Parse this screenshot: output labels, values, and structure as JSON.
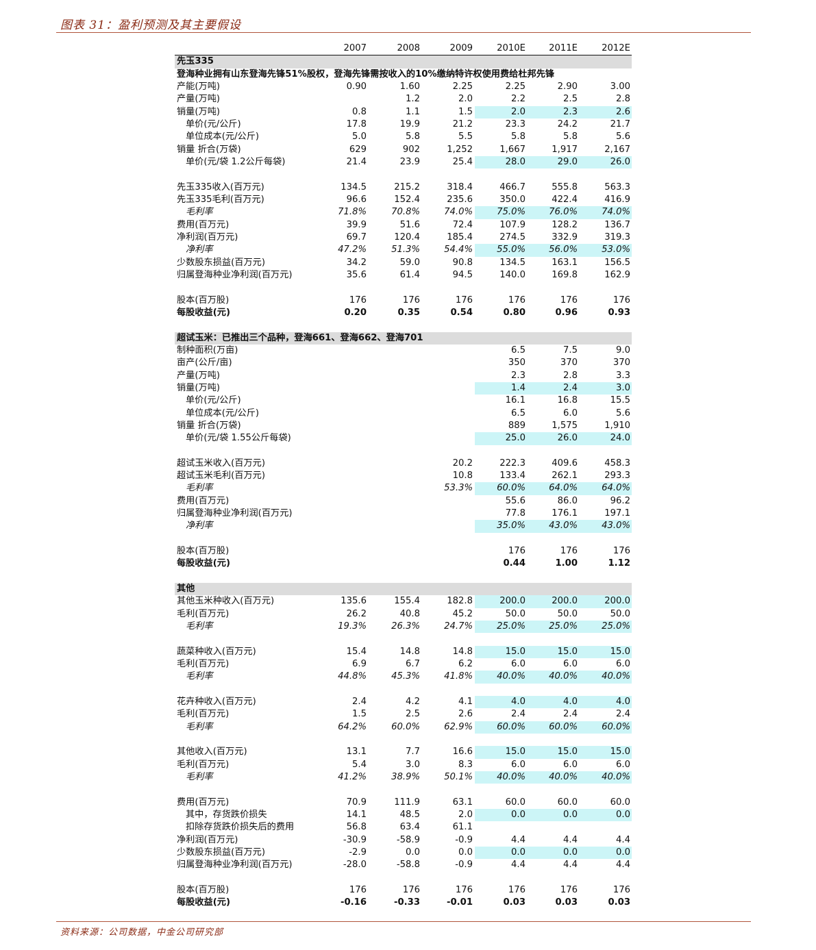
{
  "title": "图表 31：盈利预测及其主要假设",
  "source": "资料来源：公司数据，中金公司研究部",
  "years": [
    "2007",
    "2008",
    "2009",
    "2010E",
    "2011E",
    "2012E"
  ],
  "rows": [
    {
      "type": "header"
    },
    {
      "type": "section",
      "label": "先玉335"
    },
    {
      "type": "note",
      "label": "登海种业拥有山东登海先锋51%股权，登海先锋需按收入的10%缴纳特许权使用费给杜邦先锋"
    },
    {
      "label": "产能(万吨)",
      "v": [
        "0.90",
        "1.60",
        "2.25",
        "2.25",
        "2.90",
        "3.00"
      ]
    },
    {
      "label": "产量(万吨)",
      "v": [
        "",
        "1.2",
        "2.0",
        "2.2",
        "2.5",
        "2.8"
      ]
    },
    {
      "label": "销量(万吨)",
      "v": [
        "0.8",
        "1.1",
        "1.5",
        "2.0",
        "2.3",
        "2.6"
      ],
      "hl": 3
    },
    {
      "label": "单价(元/公斤)",
      "indent": true,
      "v": [
        "17.8",
        "19.9",
        "21.2",
        "23.3",
        "24.2",
        "21.7"
      ]
    },
    {
      "label": "单位成本(元/公斤)",
      "indent": true,
      "v": [
        "5.0",
        "5.8",
        "5.5",
        "5.8",
        "5.8",
        "5.6"
      ]
    },
    {
      "label": "销量 折合(万袋)",
      "v": [
        "629",
        "902",
        "1,252",
        "1,667",
        "1,917",
        "2,167"
      ]
    },
    {
      "label": "单价(元/袋 1.2公斤每袋)",
      "indent": true,
      "v": [
        "21.4",
        "23.9",
        "25.4",
        "28.0",
        "29.0",
        "26.0"
      ],
      "hl": 3
    },
    {
      "type": "blank"
    },
    {
      "label": "先玉335收入(百万元)",
      "v": [
        "134.5",
        "215.2",
        "318.4",
        "466.7",
        "555.8",
        "563.3"
      ]
    },
    {
      "label": "先玉335毛利(百万元)",
      "v": [
        "96.6",
        "152.4",
        "235.6",
        "350.0",
        "422.4",
        "416.9"
      ]
    },
    {
      "label": "毛利率",
      "indent": true,
      "italic": true,
      "v": [
        "71.8%",
        "70.8%",
        "74.0%",
        "75.0%",
        "76.0%",
        "74.0%"
      ],
      "hl": 3
    },
    {
      "label": "费用(百万元)",
      "v": [
        "39.9",
        "51.6",
        "72.4",
        "107.9",
        "128.2",
        "136.7"
      ]
    },
    {
      "label": "净利润(百万元)",
      "v": [
        "69.7",
        "120.4",
        "185.4",
        "274.5",
        "332.9",
        "319.3"
      ]
    },
    {
      "label": "净利率",
      "indent": true,
      "italic": true,
      "v": [
        "47.2%",
        "51.3%",
        "54.4%",
        "55.0%",
        "56.0%",
        "53.0%"
      ],
      "hl": 3
    },
    {
      "label": "少数股东损益(百万元)",
      "v": [
        "34.2",
        "59.0",
        "90.8",
        "134.5",
        "163.1",
        "156.5"
      ]
    },
    {
      "label": "归属登海种业净利润(百万元)",
      "v": [
        "35.6",
        "61.4",
        "94.5",
        "140.0",
        "169.8",
        "162.9"
      ]
    },
    {
      "type": "blank"
    },
    {
      "label": "股本(百万股)",
      "v": [
        "176",
        "176",
        "176",
        "176",
        "176",
        "176"
      ]
    },
    {
      "label": "每股收益(元)",
      "bold": true,
      "v": [
        "0.20",
        "0.35",
        "0.54",
        "0.80",
        "0.96",
        "0.93"
      ]
    },
    {
      "type": "blank"
    },
    {
      "type": "section",
      "label": "超试玉米：已推出三个品种，登海661、登海662、登海701"
    },
    {
      "label": "制种面积(万亩)",
      "v": [
        "",
        "",
        "",
        "6.5",
        "7.5",
        "9.0"
      ]
    },
    {
      "label": "亩产(公斤/亩)",
      "v": [
        "",
        "",
        "",
        "350",
        "370",
        "370"
      ]
    },
    {
      "label": "产量(万吨)",
      "v": [
        "",
        "",
        "",
        "2.3",
        "2.8",
        "3.3"
      ]
    },
    {
      "label": "销量(万吨)",
      "v": [
        "",
        "",
        "",
        "1.4",
        "2.4",
        "3.0"
      ],
      "hl": 3
    },
    {
      "label": "单价(元/公斤)",
      "indent": true,
      "v": [
        "",
        "",
        "",
        "16.1",
        "16.8",
        "15.5"
      ]
    },
    {
      "label": "单位成本(元/公斤)",
      "indent": true,
      "v": [
        "",
        "",
        "",
        "6.5",
        "6.0",
        "5.6"
      ]
    },
    {
      "label": "销量 折合(万袋)",
      "v": [
        "",
        "",
        "",
        "889",
        "1,575",
        "1,910"
      ]
    },
    {
      "label": "单价(元/袋 1.55公斤每袋)",
      "indent": true,
      "v": [
        "",
        "",
        "",
        "25.0",
        "26.0",
        "24.0"
      ],
      "hl": 3
    },
    {
      "type": "blank"
    },
    {
      "label": "超试玉米收入(百万元)",
      "v": [
        "",
        "",
        "20.2",
        "222.3",
        "409.6",
        "458.3"
      ]
    },
    {
      "label": "超试玉米毛利(百万元)",
      "v": [
        "",
        "",
        "10.8",
        "133.4",
        "262.1",
        "293.3"
      ]
    },
    {
      "label": "毛利率",
      "indent": true,
      "italic": true,
      "v": [
        "",
        "",
        "53.3%",
        "60.0%",
        "64.0%",
        "64.0%"
      ],
      "hl": 3
    },
    {
      "label": "费用(百万元)",
      "v": [
        "",
        "",
        "",
        "55.6",
        "86.0",
        "96.2"
      ]
    },
    {
      "label": "归属登海种业净利润(百万元)",
      "v": [
        "",
        "",
        "",
        "77.8",
        "176.1",
        "197.1"
      ]
    },
    {
      "label": "净利率",
      "indent": true,
      "italic": true,
      "v": [
        "",
        "",
        "",
        "35.0%",
        "43.0%",
        "43.0%"
      ],
      "hl": 3
    },
    {
      "type": "blank"
    },
    {
      "label": "股本(百万股)",
      "v": [
        "",
        "",
        "",
        "176",
        "176",
        "176"
      ]
    },
    {
      "label": "每股收益(元)",
      "bold": true,
      "v": [
        "",
        "",
        "",
        "0.44",
        "1.00",
        "1.12"
      ]
    },
    {
      "type": "blank"
    },
    {
      "type": "section",
      "label": "其他"
    },
    {
      "label": "其他玉米种收入(百万元)",
      "v": [
        "135.6",
        "155.4",
        "182.8",
        "200.0",
        "200.0",
        "200.0"
      ],
      "hl": 3
    },
    {
      "label": "毛利(百万元)",
      "v": [
        "26.2",
        "40.8",
        "45.2",
        "50.0",
        "50.0",
        "50.0"
      ]
    },
    {
      "label": "毛利率",
      "indent": true,
      "italic": true,
      "v": [
        "19.3%",
        "26.3%",
        "24.7%",
        "25.0%",
        "25.0%",
        "25.0%"
      ],
      "hl": 3
    },
    {
      "type": "blank"
    },
    {
      "label": "蔬菜种收入(百万元)",
      "v": [
        "15.4",
        "14.8",
        "14.8",
        "15.0",
        "15.0",
        "15.0"
      ],
      "hl": 3
    },
    {
      "label": "毛利(百万元)",
      "v": [
        "6.9",
        "6.7",
        "6.2",
        "6.0",
        "6.0",
        "6.0"
      ]
    },
    {
      "label": "毛利率",
      "indent": true,
      "italic": true,
      "v": [
        "44.8%",
        "45.3%",
        "41.8%",
        "40.0%",
        "40.0%",
        "40.0%"
      ],
      "hl": 3
    },
    {
      "type": "blank"
    },
    {
      "label": "花卉种收入(百万元)",
      "v": [
        "2.4",
        "4.2",
        "4.1",
        "4.0",
        "4.0",
        "4.0"
      ],
      "hl": 3
    },
    {
      "label": "毛利(百万元)",
      "v": [
        "1.5",
        "2.5",
        "2.6",
        "2.4",
        "2.4",
        "2.4"
      ]
    },
    {
      "label": "毛利率",
      "indent": true,
      "italic": true,
      "v": [
        "64.2%",
        "60.0%",
        "62.9%",
        "60.0%",
        "60.0%",
        "60.0%"
      ],
      "hl": 3
    },
    {
      "type": "blank"
    },
    {
      "label": "其他收入(百万元)",
      "v": [
        "13.1",
        "7.7",
        "16.6",
        "15.0",
        "15.0",
        "15.0"
      ],
      "hl": 3
    },
    {
      "label": "毛利(百万元)",
      "v": [
        "5.4",
        "3.0",
        "8.3",
        "6.0",
        "6.0",
        "6.0"
      ]
    },
    {
      "label": "毛利率",
      "indent": true,
      "italic": true,
      "v": [
        "41.2%",
        "38.9%",
        "50.1%",
        "40.0%",
        "40.0%",
        "40.0%"
      ],
      "hl": 3
    },
    {
      "type": "blank"
    },
    {
      "label": "费用(百万元)",
      "v": [
        "70.9",
        "111.9",
        "63.1",
        "60.0",
        "60.0",
        "60.0"
      ]
    },
    {
      "label": "其中，存货跌价损失",
      "indent": true,
      "v": [
        "14.1",
        "48.5",
        "2.0",
        "0.0",
        "0.0",
        "0.0"
      ],
      "hl": 3
    },
    {
      "label": "扣除存货跌价损失后的费用",
      "indent": true,
      "v": [
        "56.8",
        "63.4",
        "61.1",
        "",
        "",
        ""
      ]
    },
    {
      "label": "净利润(百万元)",
      "v": [
        "-30.9",
        "-58.9",
        "-0.9",
        "4.4",
        "4.4",
        "4.4"
      ]
    },
    {
      "label": "少数股东损益(百万元)",
      "v": [
        "-2.9",
        "0.0",
        "0.0",
        "0.0",
        "0.0",
        "0.0"
      ],
      "hl": 3
    },
    {
      "label": "归属登海种业净利润(百万元)",
      "v": [
        "-28.0",
        "-58.8",
        "-0.9",
        "4.4",
        "4.4",
        "4.4"
      ]
    },
    {
      "type": "blank"
    },
    {
      "label": "股本(百万股)",
      "v": [
        "176",
        "176",
        "176",
        "176",
        "176",
        "176"
      ]
    },
    {
      "label": "每股收益(元)",
      "bold": true,
      "v": [
        "-0.16",
        "-0.33",
        "-0.01",
        "0.03",
        "0.03",
        "0.03"
      ]
    }
  ]
}
